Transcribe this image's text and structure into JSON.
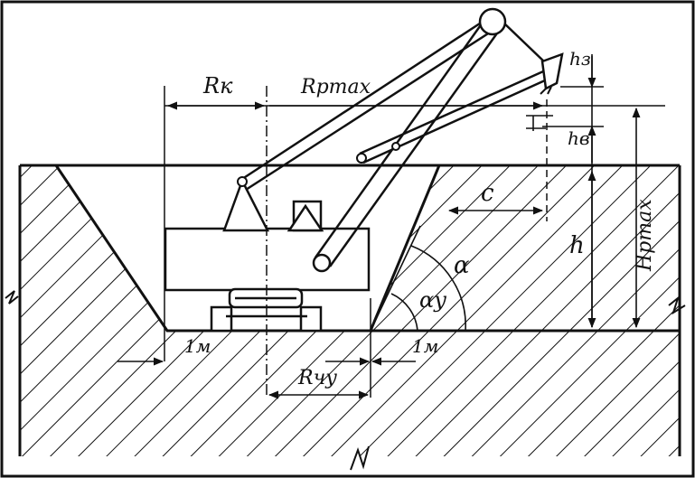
{
  "labels": {
    "rk": "Rк",
    "rpmax": "Rpmax",
    "h3": "hз",
    "hb": "hв",
    "c": "c",
    "alpha": "α",
    "alpha_y": "αy",
    "h": "h",
    "hpmax": "Hpmax",
    "one_m_left": "1м",
    "one_m_right": "1м",
    "rchu": "Rчу"
  },
  "colors": {
    "ink": "#111111",
    "background": "#ffffff"
  }
}
